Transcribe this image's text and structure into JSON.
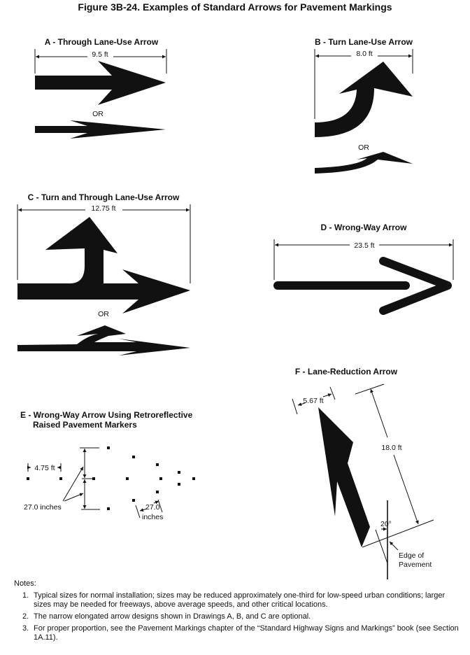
{
  "title": "Figure 3B-24.  Examples of Standard Arrows for Pavement Markings",
  "or_label": "OR",
  "a": {
    "title": "A - Through Lane-Use Arrow",
    "dim": "9.5 ft"
  },
  "b": {
    "title": "B - Turn Lane-Use Arrow",
    "dim": "8.0 ft"
  },
  "c": {
    "title": "C - Turn and Through Lane-Use Arrow",
    "dim": "12.75 ft"
  },
  "d": {
    "title": "D - Wrong-Way Arrow",
    "dim": "23.5 ft"
  },
  "e": {
    "title_line1": "E - Wrong-Way Arrow Using Retroreflective",
    "title_line2": "Raised Pavement Markers",
    "dim_spacing": "4.75 ft",
    "dim_vertical": "27.0 inches",
    "dim_diag_value": "27.0",
    "dim_diag_unit": "inches"
  },
  "f": {
    "title": "F - Lane-Reduction Arrow",
    "dim_width": "5.67 ft",
    "dim_length": "18.0 ft",
    "angle": "20°",
    "edge_line1": "Edge of",
    "edge_line2": "Pavement"
  },
  "notes": {
    "heading": "Notes:",
    "items": [
      {
        "num": "1.",
        "text": "Typical sizes for normal installation; sizes may be reduced approximately one-third for low-speed urban conditions; larger sizes may be needed for freeways, above average speeds, and other critical locations."
      },
      {
        "num": "2.",
        "text": "The narrow elongated arrow designs shown in Drawings A, B, and C are optional."
      },
      {
        "num": "3.",
        "text": "For proper proportion, see the Pavement Markings chapter of the “Standard Highway Signs and Markings” book (see Section 1A.11)."
      }
    ]
  }
}
